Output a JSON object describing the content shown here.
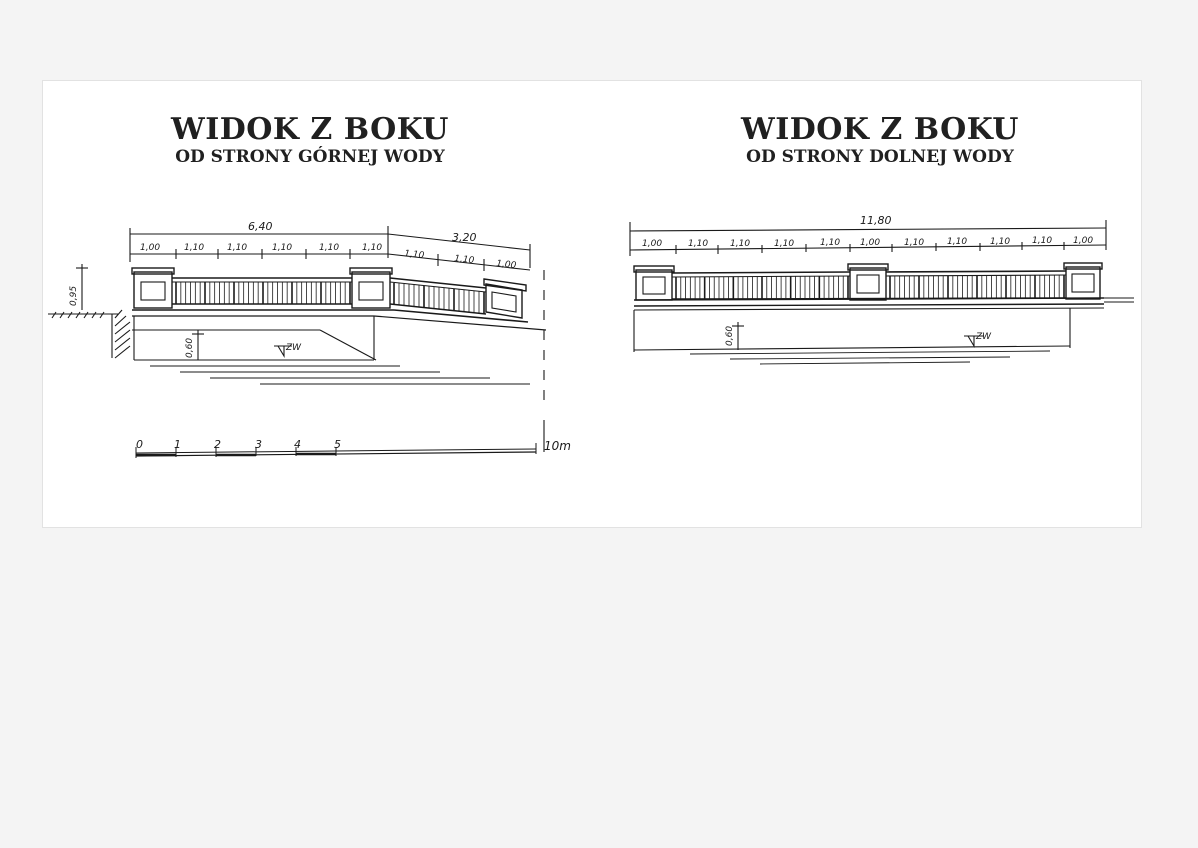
{
  "left_view": {
    "title": "WIDOK Z BOKU",
    "subtitle": "OD STRONY GÓRNEJ WODY",
    "overall_dims": [
      "6,40",
      "3,20"
    ],
    "segment_dims": [
      "1,00",
      "1,10",
      "1,10",
      "1,10",
      "1,10",
      "1,10",
      "1,10",
      "1,10",
      "1,00"
    ],
    "height_dim": "0,95",
    "depth_dim": "0,60",
    "water_label": "ZW"
  },
  "right_view": {
    "title": "WIDOK Z BOKU",
    "subtitle": "OD STRONY DOLNEJ WODY",
    "overall_dim": "11,80",
    "segment_dims": [
      "1,00",
      "1,10",
      "1,10",
      "1,10",
      "1,10",
      "1,00",
      "1,10",
      "1,10",
      "1,10",
      "1,10",
      "1,00"
    ],
    "depth_dim": "0,60",
    "water_label": "ZW"
  },
  "scale_bar": {
    "labels": [
      "0",
      "1",
      "2",
      "3",
      "4",
      "5"
    ],
    "end_label": "10m"
  }
}
